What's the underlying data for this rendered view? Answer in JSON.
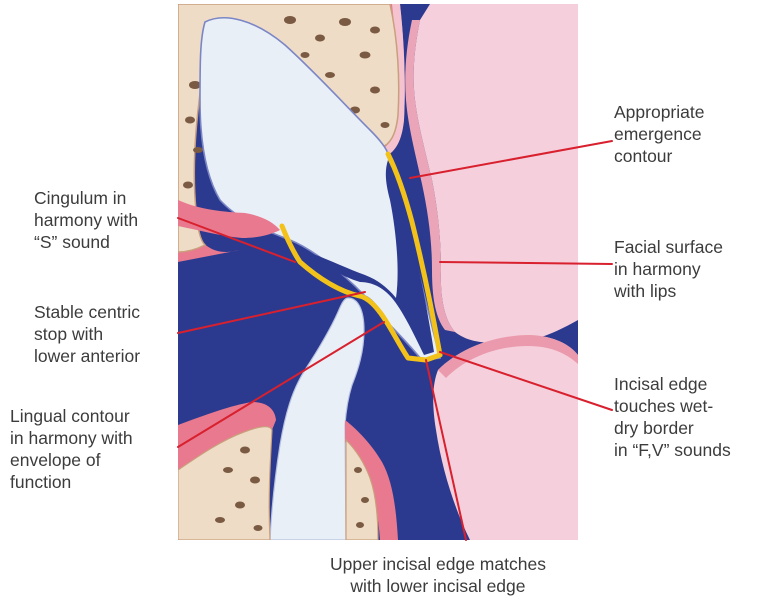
{
  "colors": {
    "background_navy": "#2b3a8f",
    "gum_pink": "#f6cfdc",
    "gum_deep_pink": "#e9798f",
    "tooth_white": "#e9eff7",
    "tooth_outline": "#7b86c6",
    "bone_tan": "#efdcc6",
    "bone_pore": "#7a5a42",
    "restoration_outline": "#f2c21a",
    "leader_red": "#d8202e",
    "text": "#3c3c3c"
  },
  "callouts": {
    "emergence": {
      "lines": [
        "Appropriate",
        "emergence",
        "contour"
      ]
    },
    "facial": {
      "lines": [
        "Facial surface",
        "in harmony",
        "with lips"
      ]
    },
    "incisal_wet_dry": {
      "lines": [
        "Incisal edge",
        "touches wet-",
        "dry border",
        "in “F,V” sounds"
      ]
    },
    "cingulum": {
      "lines": [
        "Cingulum in",
        "harmony with",
        "“S” sound"
      ]
    },
    "centric_stop": {
      "lines": [
        "Stable centric",
        "stop with",
        "lower anterior"
      ]
    },
    "lingual": {
      "lines": [
        "Lingual contour",
        "in harmony with",
        "envelope of",
        "function"
      ]
    },
    "incisal_match": {
      "lines": [
        "Upper incisal edge matches",
        "with lower incisal edge"
      ]
    }
  }
}
